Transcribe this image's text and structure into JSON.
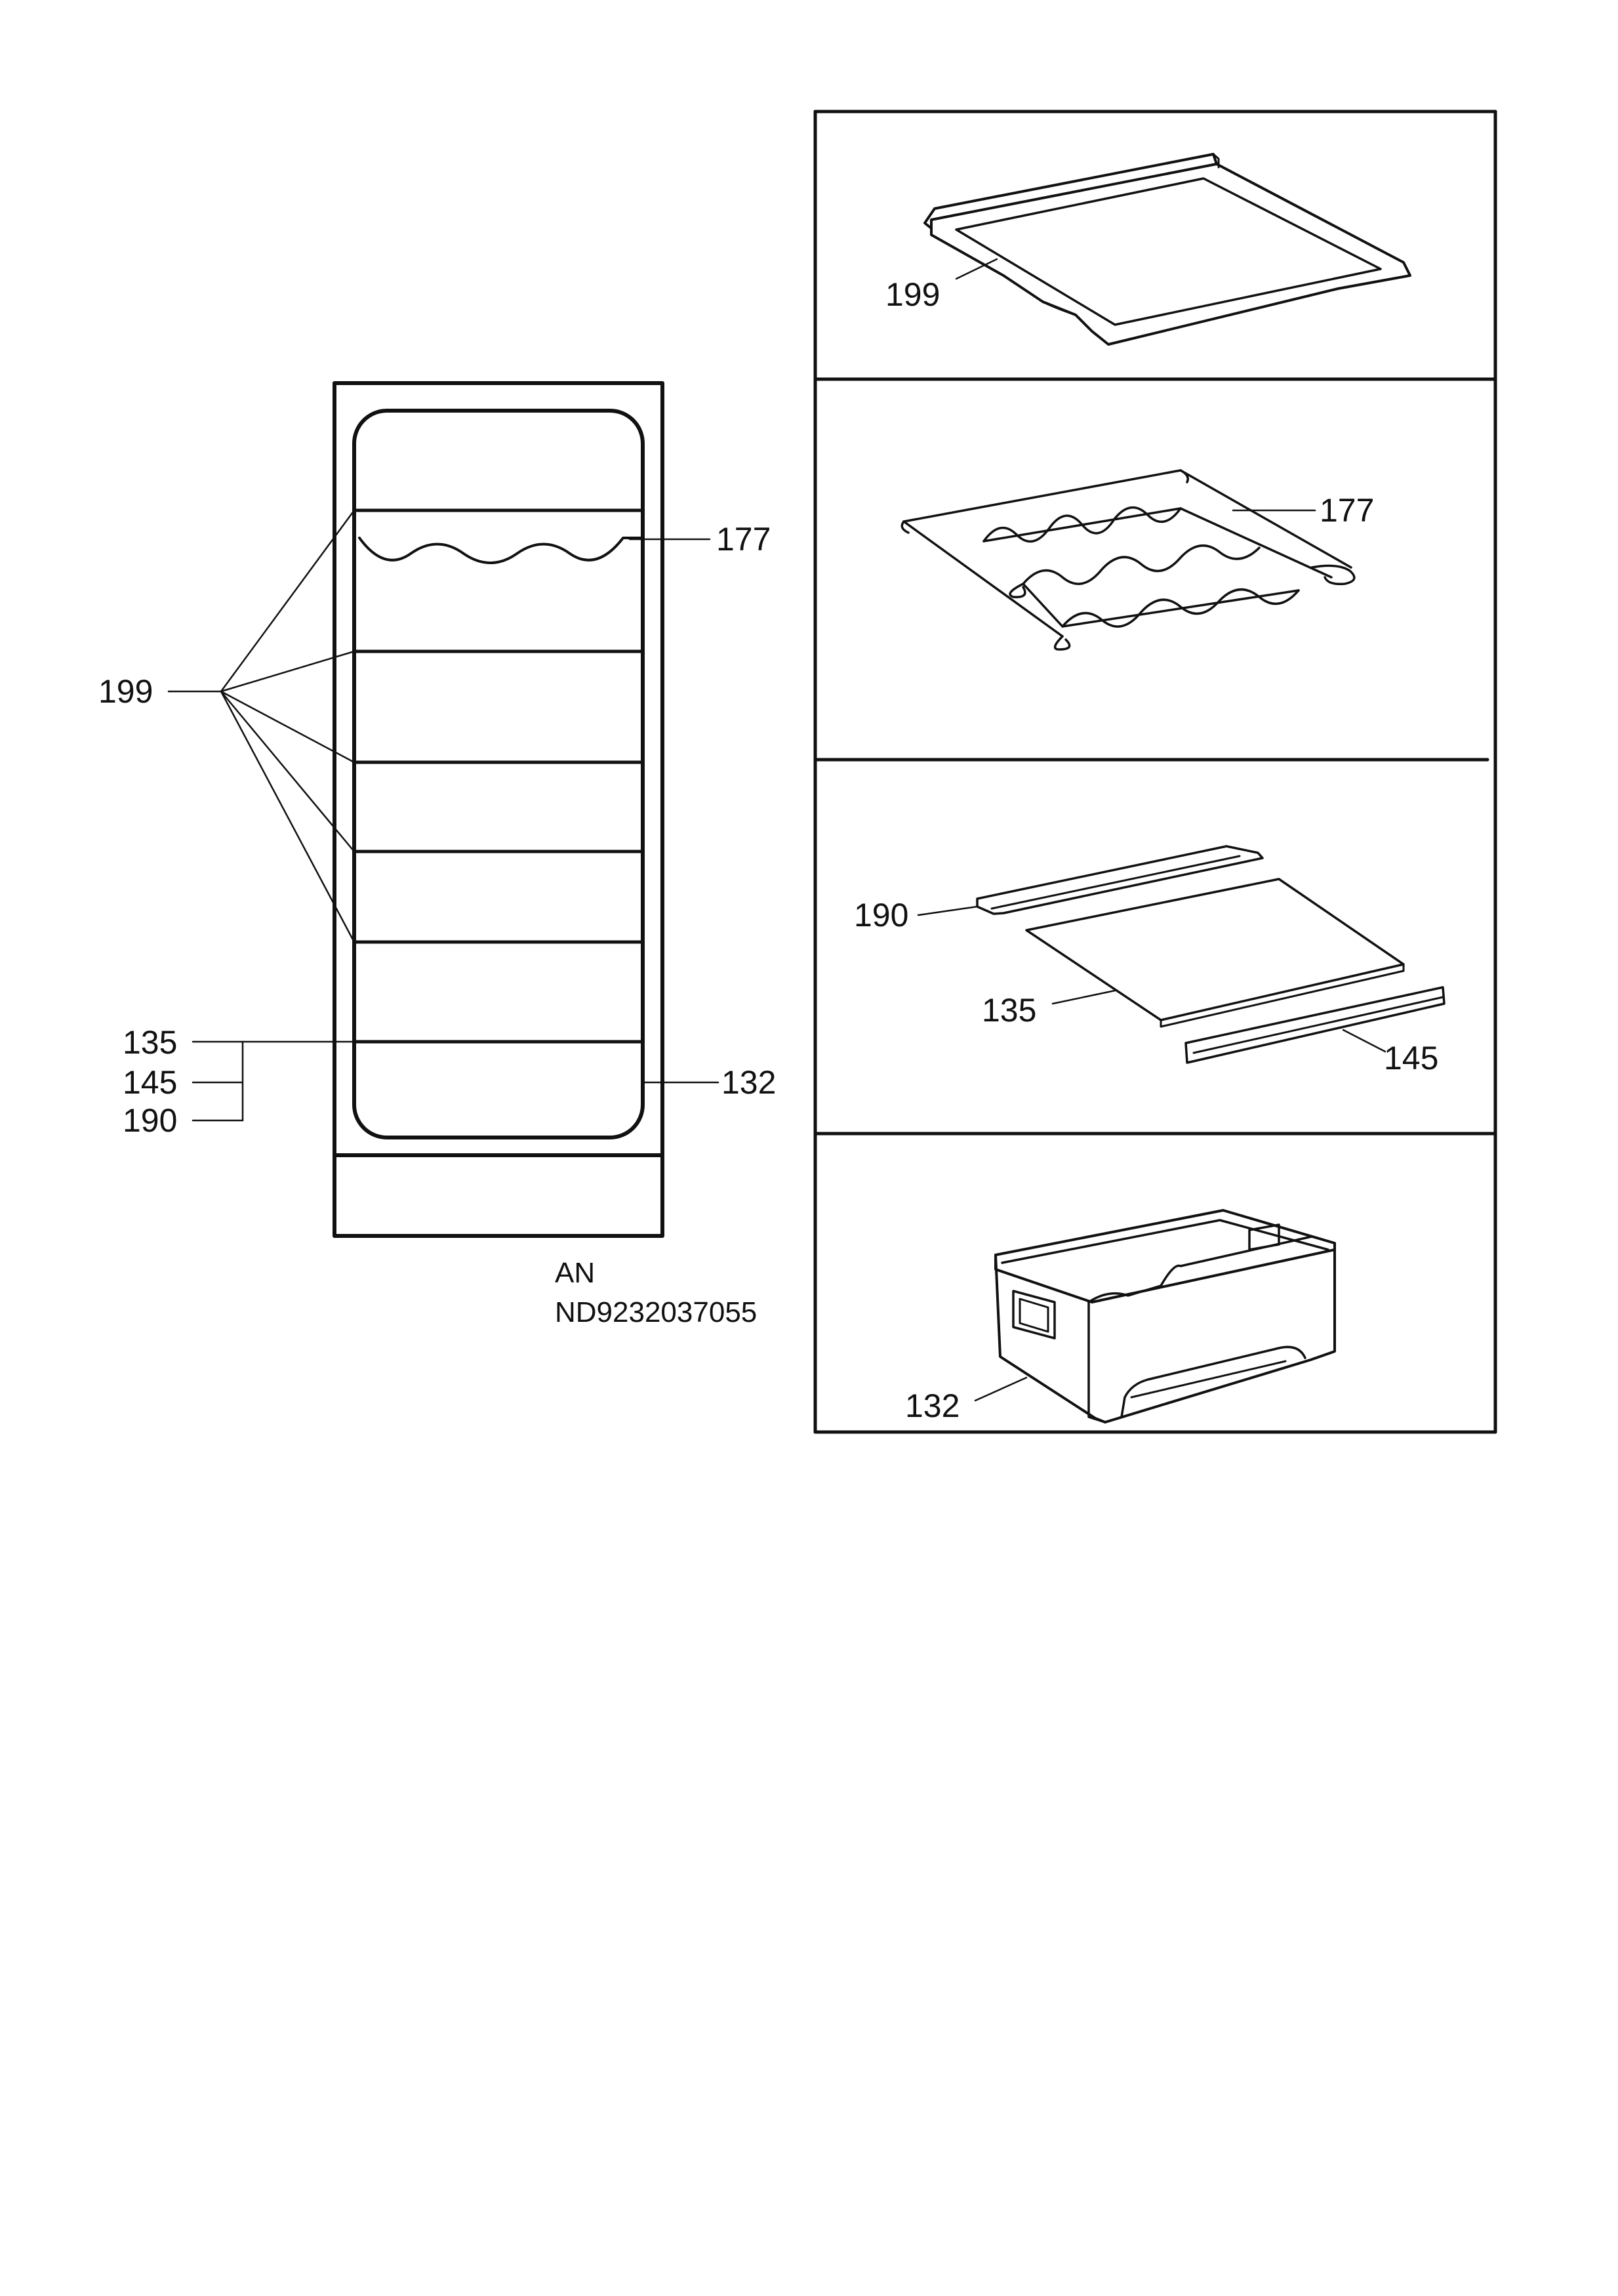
{
  "diagram": {
    "cabinet": {
      "labels": {
        "part_199": "199",
        "part_177": "177",
        "part_135": "135",
        "part_145": "145",
        "part_190": "190",
        "part_132": "132"
      }
    },
    "caption": {
      "line1": "AN",
      "line2": "ND9232037055"
    },
    "panels": [
      {
        "label": "199"
      },
      {
        "label": "177"
      },
      {
        "labels": [
          "190",
          "135",
          "145"
        ]
      },
      {
        "label": "132"
      }
    ]
  }
}
